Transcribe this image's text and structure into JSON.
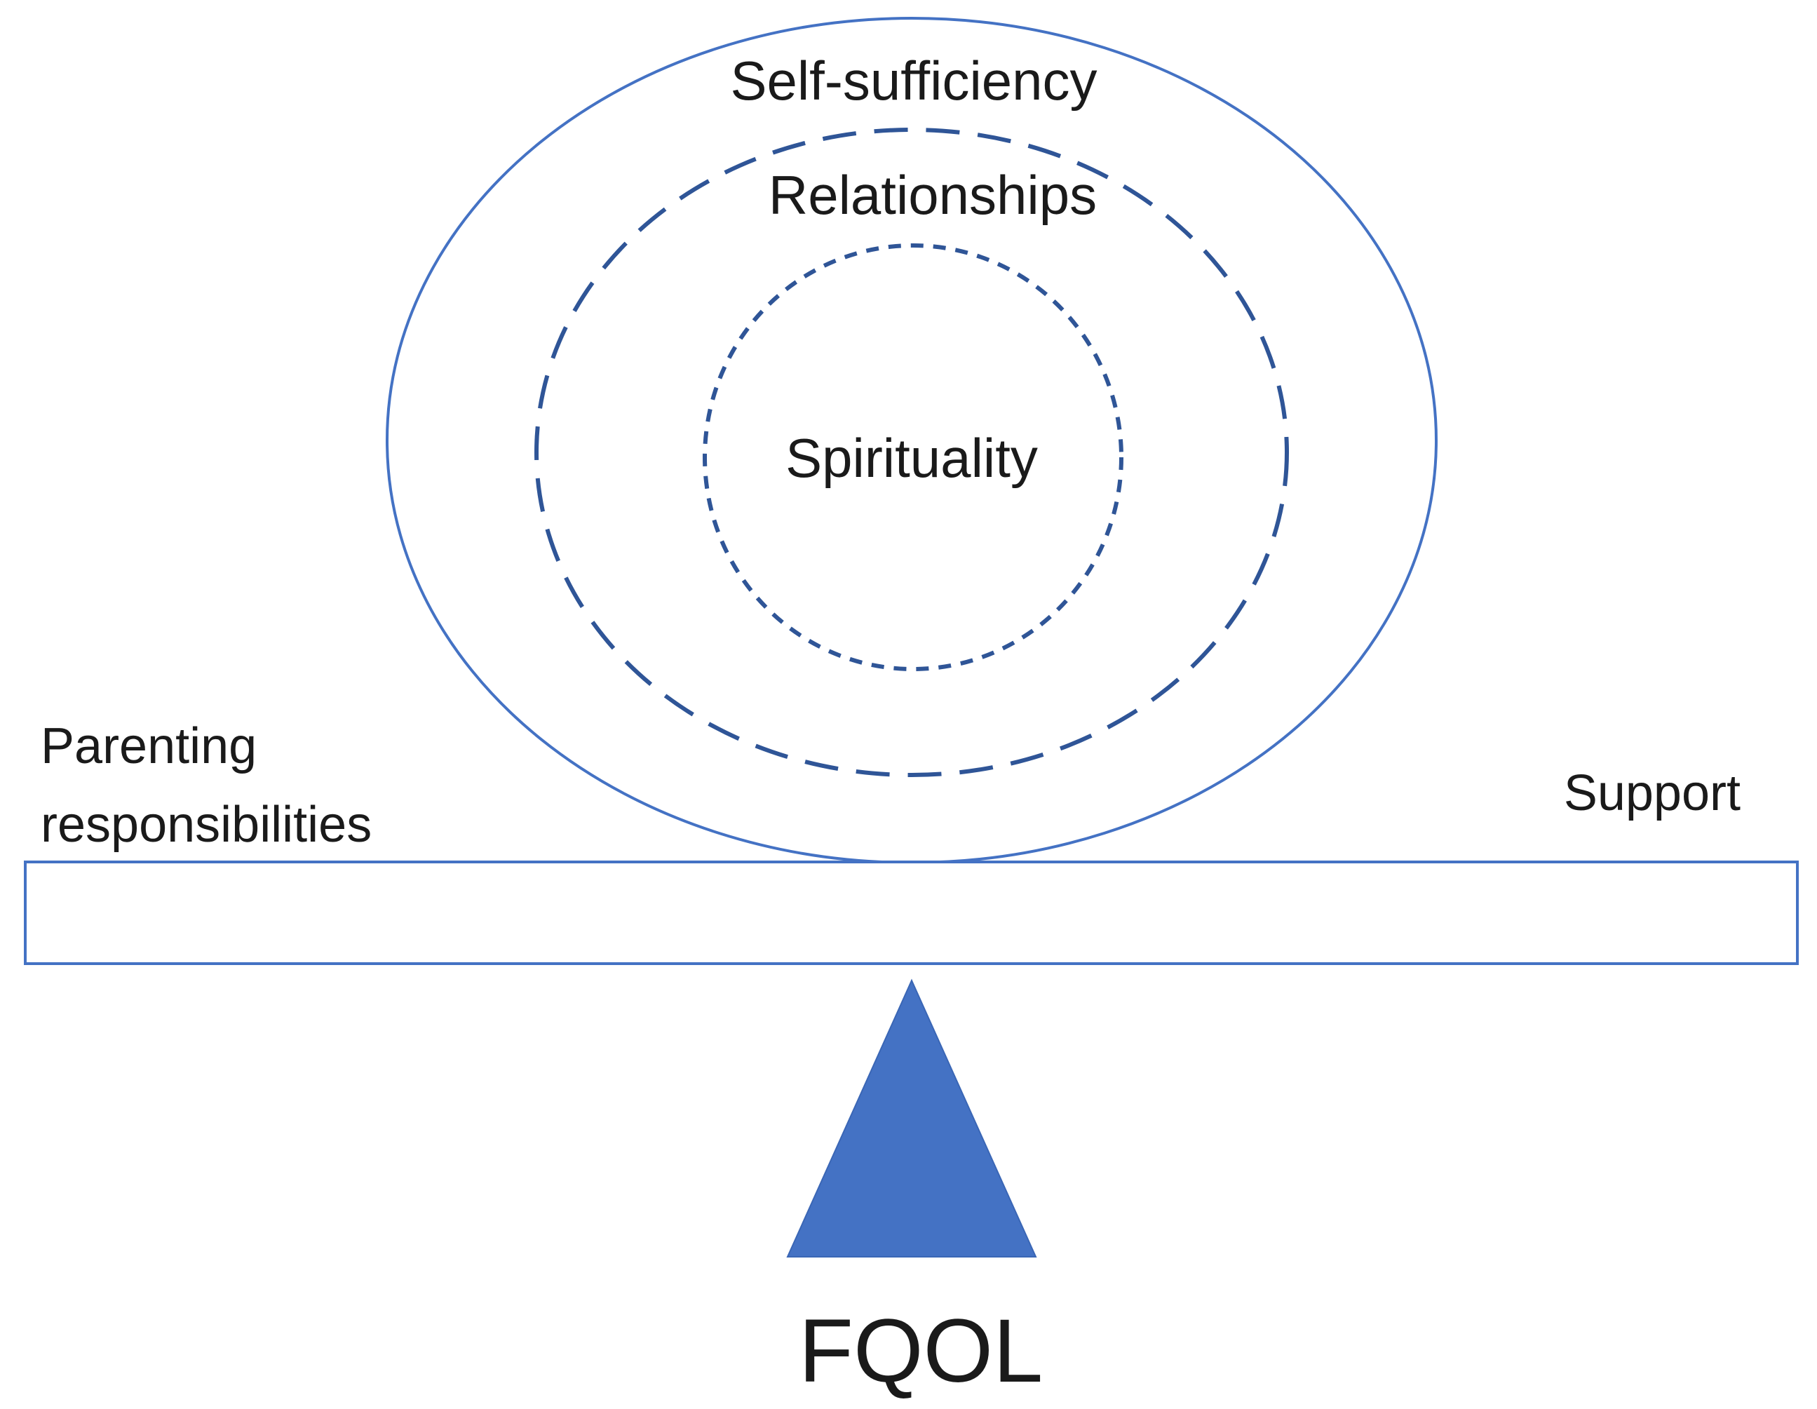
{
  "diagram": {
    "rings": {
      "outer_label": "Self-sufficiency",
      "middle_label": "Relationships",
      "inner_label": "Spirituality"
    },
    "left_label": {
      "line1": "Parenting",
      "line2": "responsibilities"
    },
    "right_label": "Support",
    "fulcrum_label": "FQOL",
    "colors": {
      "stroke": "#4472C4",
      "dashed_stroke": "#2F5597",
      "fulcrum_fill": "#4472C4",
      "text": "#1a1a1a"
    }
  }
}
